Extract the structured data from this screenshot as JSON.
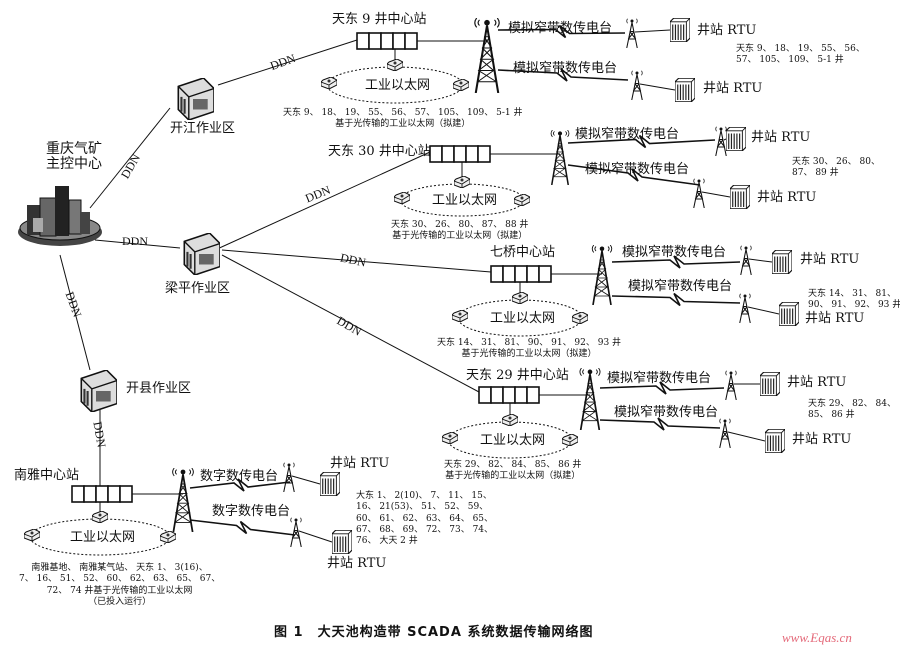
{
  "center": {
    "label": "重庆气矿\n主控中心"
  },
  "areas": [
    {
      "label": "开江作业区"
    },
    {
      "label": "梁平作业区"
    },
    {
      "label": "开县作业区"
    }
  ],
  "stations": [
    {
      "title": "天东 9 井中心站",
      "ethernet": "工业以太网",
      "radio_a": "模拟窄带数传电台",
      "radio_b": "模拟窄带数传电台",
      "rtu_a": "井站 RTU",
      "rtu_b": "井站 RTU",
      "wells_right": "天东 9、 18、 19、 55、 56、\n57、 105、 109、 5-1 井",
      "wells_below": "天东 9、 18、 19、 55、 56、 57、 105、 109、 5-1 井\n基于光传输的工业以太网（拟建）"
    },
    {
      "title": "天东 30 井中心站",
      "ethernet": "工业以太网",
      "radio_a": "模拟窄带数传电台",
      "radio_b": "模拟窄带数传电台",
      "rtu_a": "井站 RTU",
      "rtu_b": "井站 RTU",
      "wells_right": "天东 30、 26、 80、\n87、 89 井",
      "wells_below": "天东 30、 26、 80、 87、 88 井\n基于光传输的工业以太网（拟建）"
    },
    {
      "title": "七桥中心站",
      "ethernet": "工业以太网",
      "radio_a": "模拟窄带数传电台",
      "radio_b": "模拟窄带数传电台",
      "rtu_a": "井站 RTU",
      "rtu_b": "井站 RTU",
      "wells_right": "天东 14、 31、 81、\n90、 91、 92、 93 井",
      "wells_below": "天东 14、 31、 81、 90、 91、 92、 93 井\n基于光传输的工业以太网（拟建）"
    },
    {
      "title": "天东 29 井中心站",
      "ethernet": "工业以太网",
      "radio_a": "模拟窄带数传电台",
      "radio_b": "模拟窄带数传电台",
      "rtu_a": "井站 RTU",
      "rtu_b": "井站 RTU",
      "wells_right": "天东 29、 82、 84、\n85、 86 井",
      "wells_below": "天东 29、 82、 84、 85、 86 井\n基于光传输的工业以太网（拟建）"
    },
    {
      "title": "南雅中心站",
      "ethernet": "工业以太网",
      "radio_a": "数字数传电台",
      "radio_b": "数字数传电台",
      "rtu_a": "井站 RTU",
      "rtu_b": "井站 RTU",
      "wells_right": "大东 1、 2(10)、 7、 11、 15、\n16、 21(53)、 51、 52、 59、\n60、 61、 62、 63、 64、 65、\n67、 68、 69、 72、 73、 74、\n76、 大天 2 井",
      "wells_below": "南雅基地、 南雅某气站、 天东 1、 3(16)、\n7、 16、 51、 52、 60、 62、 63、 65、 67、\n72、 74 井基于光传输的工业以太网\n（已投入运行）"
    }
  ],
  "link_label": "DDN",
  "caption": "图 1　大天池构造带 SCADA 系统数据传输网络图",
  "watermark": "www.Eqas.cn"
}
